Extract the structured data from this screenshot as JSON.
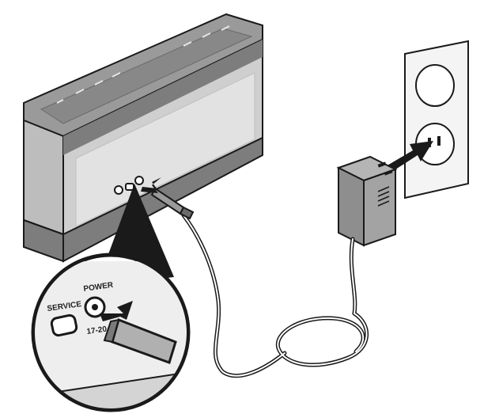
{
  "callout": {
    "service_label": "SERVICE",
    "power_label": "POWER",
    "voltage_label": "17-20"
  },
  "colors": {
    "outline": "#1a1a1a",
    "speaker_top": "#9a9a9a",
    "speaker_front": "#cfcfcf",
    "speaker_band": "#7d7d7d",
    "grille": "#e2e2e2",
    "adapter": "#8e8e8e",
    "outlet": "#f4f4f4",
    "arrow": "#1a1a1a",
    "callout_bg": "#ffffff"
  }
}
